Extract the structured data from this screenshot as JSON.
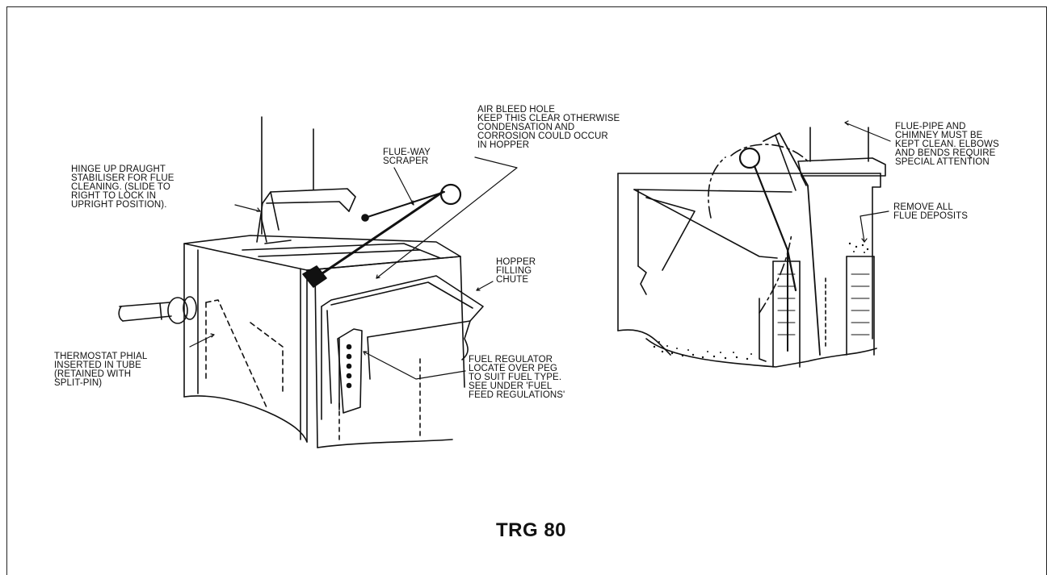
{
  "caption": "TRG 80",
  "labels": {
    "hinge": [
      "HINGE UP DRAUGHT",
      "STABILISER FOR FLUE",
      "CLEANING. (SLIDE TO",
      "RIGHT TO LOCK IN",
      "UPRIGHT POSITION)."
    ],
    "flueway": [
      "FLUE-WAY",
      "SCRAPER"
    ],
    "airbleed": [
      "AIR BLEED HOLE",
      "KEEP THIS CLEAR OTHERWISE",
      "CONDENSATION AND",
      "CORROSION COULD OCCUR",
      "IN HOPPER"
    ],
    "hopper": [
      "HOPPER",
      "FILLING",
      "CHUTE"
    ],
    "thermostat": [
      "THERMOSTAT PHIAL",
      "INSERTED IN TUBE",
      "(RETAINED WITH",
      "SPLIT-PIN)"
    ],
    "fuel": [
      "FUEL REGULATOR",
      "LOCATE OVER PEG",
      "TO SUIT FUEL TYPE.",
      "SEE UNDER 'FUEL",
      "FEED REGULATIONS'"
    ],
    "fluepipe": [
      "FLUE-PIPE AND",
      "CHIMNEY MUST BE",
      "KEPT CLEAN. ELBOWS",
      "AND BENDS REQUIRE",
      "SPECIAL ATTENTION"
    ],
    "remove": [
      "REMOVE ALL",
      "FLUE DEPOSITS"
    ]
  }
}
